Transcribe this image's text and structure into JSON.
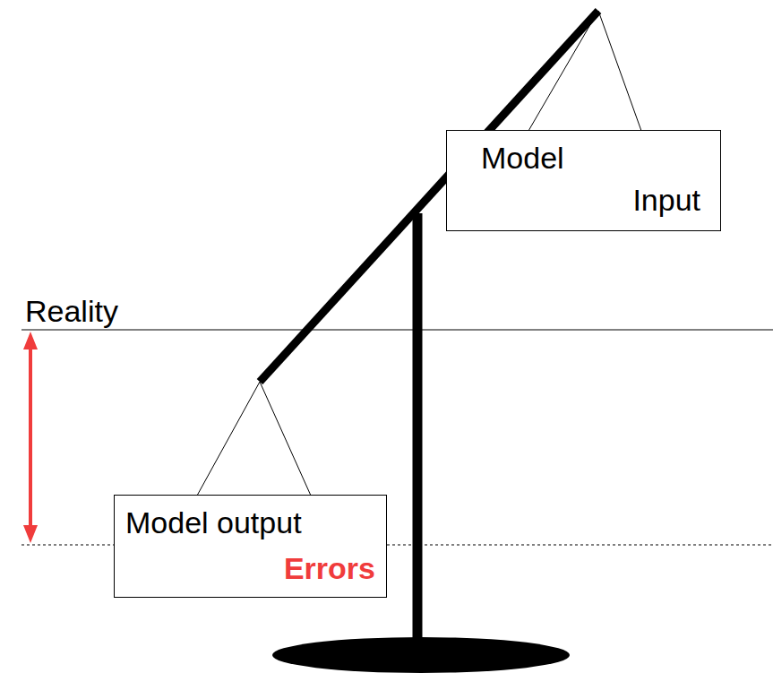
{
  "diagram": {
    "nodes": [
      {
        "text": [
          "Model",
          "Input"
        ]
      },
      {
        "text": [
          "Model output",
          "Errors"
        ]
      }
    ],
    "labels": [
      "Reality"
    ]
  }
}
